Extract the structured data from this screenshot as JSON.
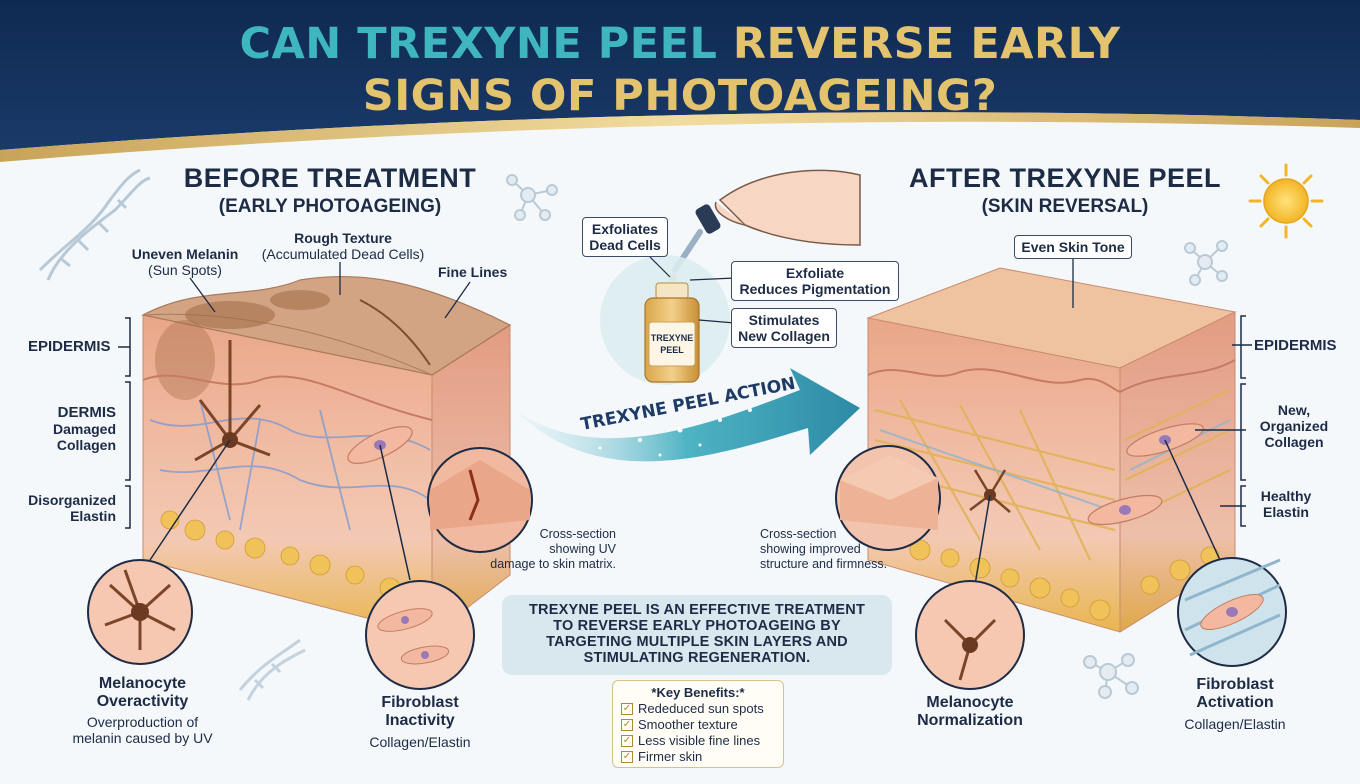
{
  "title": {
    "line1_part1": "CAN TREXYNE PEEL ",
    "line1_part2": "REVERSE EARLY",
    "line2": "SIGNS OF PHOTOAGEING?"
  },
  "before": {
    "heading": "BEFORE TREATMENT",
    "subheading": "(EARLY PHOTOAGEING)",
    "melanin_title": "Uneven Melanin",
    "melanin_sub": "(Sun Spots)",
    "texture_title": "Rough Texture",
    "texture_sub": "(Accumulated Dead Cells)",
    "fine_lines": "Fine Lines",
    "epidermis": "EPIDERMIS",
    "dermis": "DERMIS",
    "damaged_1": "Damaged",
    "damaged_2": "Collagen",
    "elastin_1": "Disorganized",
    "elastin_2": "Elastin",
    "cross_1": "Cross-section",
    "cross_2": "showing UV",
    "cross_3": "damage to skin matrix.",
    "melanocyte_1": "Melanocyte",
    "melanocyte_2": "Overactivity",
    "melanocyte_desc_1": "Overproduction of",
    "melanocyte_desc_2": "melanin caused by UV",
    "fibroblast_1": "Fibroblast",
    "fibroblast_2": "Inactivity",
    "fibroblast_desc": "Collagen/Elastin"
  },
  "action": {
    "exfoliates_1": "Exfoliates",
    "exfoliates_2": "Dead Cells",
    "pigment_1": "Exfoliate",
    "pigment_2": "Reduces Pigmentation",
    "collagen_1": "Stimulates",
    "collagen_2": "New Collagen",
    "bottle_1": "TREXYNE",
    "bottle_2": "PEEL",
    "arrow": "TREXYNE PEEL ACTION"
  },
  "after": {
    "heading": "AFTER TREXYNE PEEL",
    "subheading": "(SKIN REVERSAL)",
    "even_tone": "Even Skin Tone",
    "epidermis": "EPIDERMIS",
    "collagen_1": "New,",
    "collagen_2": "Organized",
    "collagen_3": "Collagen",
    "elastin_1": "Healthy",
    "elastin_2": "Elastin",
    "cross_1": "Cross-section",
    "cross_2": "showing improved",
    "cross_3": "structure and firmness.",
    "melanocyte_1": "Melanocyte",
    "melanocyte_2": "Normalization",
    "fibroblast_1": "Fibroblast",
    "fibroblast_2": "Activation",
    "fibroblast_desc": "Collagen/Elastin"
  },
  "summary": {
    "line1": "TREXYNE PEEL IS AN EFFECTIVE TREATMENT",
    "line2": "TO REVERSE EARLY PHOTOAGEING BY",
    "line3": "TARGETING MULTIPLE SKIN LAYERS AND",
    "line4": "STIMULATING REGENERATION."
  },
  "benefits": {
    "heading": "*Key Benefits:*",
    "items": [
      "Rededuced sun spots",
      "Smoother texture",
      "Less visible fine lines",
      "Firmer skin"
    ]
  },
  "colors": {
    "navy": "#15305a",
    "teal": "#3fb6bf",
    "gold": "#e3c36e",
    "skin": "#f3c7ae",
    "fat": "#e8b64e"
  },
  "icons": [
    "dna-icon",
    "molecule-icon",
    "sun-icon",
    "dropper-hand-icon",
    "serum-bottle-icon"
  ]
}
